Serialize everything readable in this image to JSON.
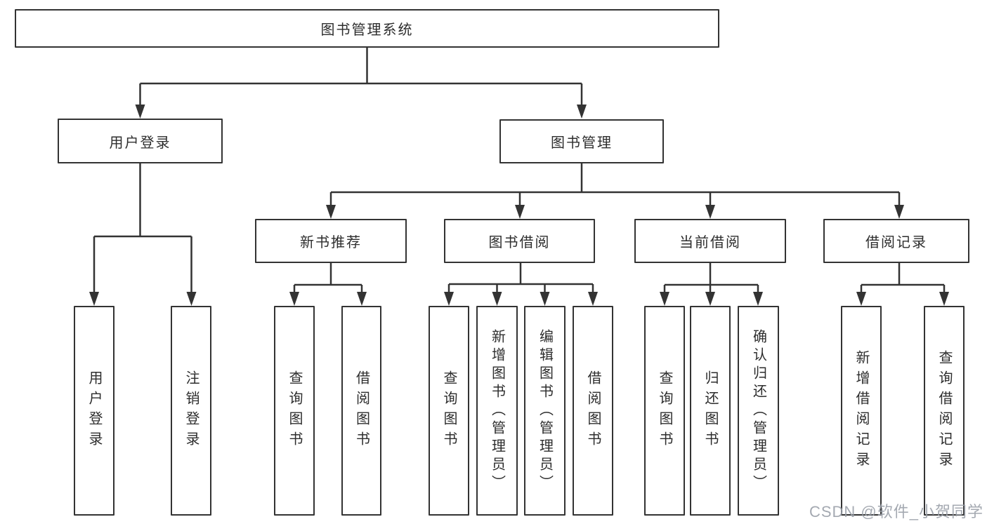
{
  "diagram": {
    "root": {
      "label": "图书管理系统"
    },
    "branches": [
      {
        "label": "用户登录",
        "children": [
          "用户登录",
          "注销登录"
        ]
      },
      {
        "label": "图书管理",
        "children": [
          {
            "label": "新书推荐",
            "children": [
              "查询图书",
              "借阅图书"
            ]
          },
          {
            "label": "图书借阅",
            "children": [
              "查询图书",
              "新增图书（管理员）",
              "编辑图书（管理员）",
              "借阅图书"
            ]
          },
          {
            "label": "当前借阅",
            "children": [
              "查询图书",
              "归还图书",
              "确认归还（管理员）"
            ]
          },
          {
            "label": "借阅记录",
            "children": [
              "新增借阅记录",
              "查询借阅记录"
            ]
          }
        ]
      }
    ],
    "watermark": "CSDN @软件_小贺同学",
    "colors": {
      "line": "#333333",
      "box_border": "#333333",
      "text": "#2d2d2d",
      "watermark": "#9aa0a8",
      "background": "#ffffff"
    }
  }
}
